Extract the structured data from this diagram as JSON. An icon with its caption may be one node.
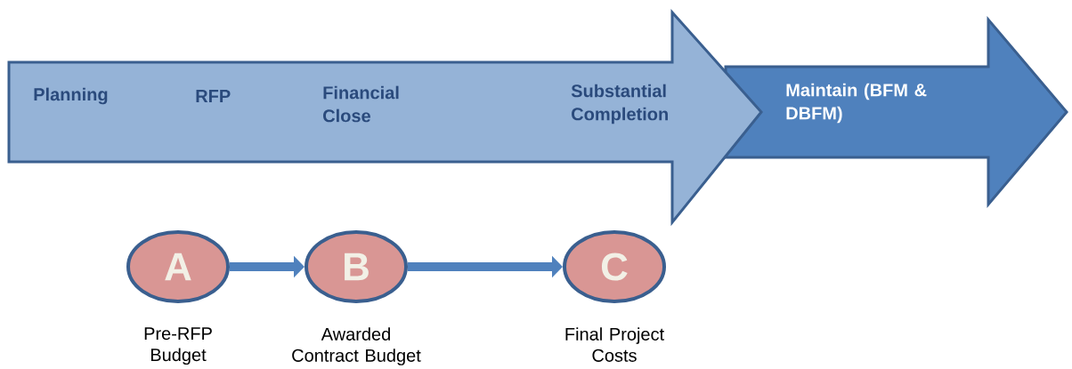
{
  "diagram": {
    "nodes": [
      {
        "text": [
          "Planning",
          "RFP",
          "Financial Close",
          "Substantial Completion"
        ]
      },
      {
        "text": [
          "Maintain (BFM & DBFM)"
        ]
      },
      {
        "text": [
          "A"
        ],
        "beside": [
          "Pre-RFP Budget"
        ]
      },
      {
        "text": [
          "B"
        ],
        "beside": [
          "Awarded Contract Budget"
        ]
      },
      {
        "text": [
          "C"
        ],
        "beside": [
          "Final Project Costs"
        ]
      }
    ],
    "edges": [
      {
        "from": 2,
        "to": 3,
        "arrow": "to"
      },
      {
        "from": 3,
        "to": 4,
        "arrow": "to"
      }
    ]
  }
}
